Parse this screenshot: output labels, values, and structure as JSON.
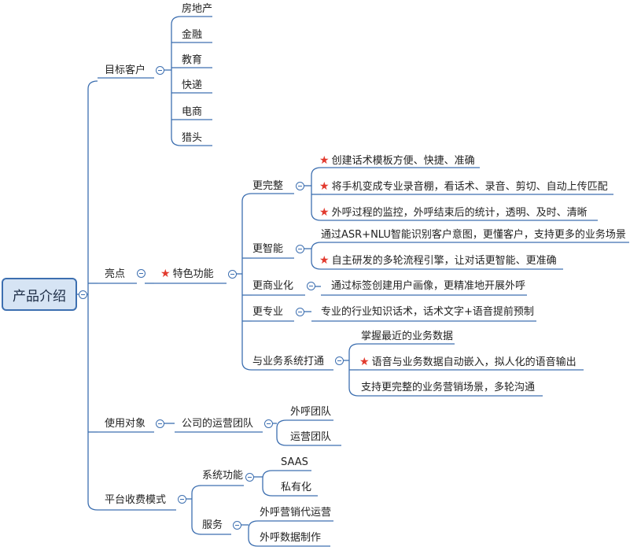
{
  "root": "产品介绍",
  "branches": {
    "target": {
      "label": "目标客户",
      "items": [
        "房地产",
        "金融",
        "教育",
        "快递",
        "电商",
        "猎头"
      ]
    },
    "highlights": {
      "label": "亮点",
      "feature": "特色功能",
      "groups": [
        {
          "label": "更完整",
          "items": [
            "创建话术模板方便、快捷、准确",
            "将手机变成专业录音棚，看话术、录音、剪切、自动上传匹配",
            "外呼过程的监控，外呼结束后的统计，透明、及时、清晰"
          ]
        },
        {
          "label": "更智能",
          "items": [
            "通过ASR+NLU智能识别客户意图，更懂客户，支持更多的业务场景",
            "自主研发的多轮流程引擎，让对话更智能、更准确"
          ]
        },
        {
          "label": "更商业化",
          "items": [
            "通过标签创建用户画像，更精准地开展外呼"
          ]
        },
        {
          "label": "更专业",
          "items": [
            "专业的行业知识话术，话术文字+语音提前预制"
          ]
        },
        {
          "label": "与业务系统打通",
          "items": [
            "掌握最近的业务数据",
            "语音与业务数据自动嵌入，拟人化的语音输出",
            "支持更完整的业务营销场景，多轮沟通"
          ]
        }
      ]
    },
    "users": {
      "label": "使用对象",
      "team": "公司的运营团队",
      "items": [
        "外呼团队",
        "运营团队"
      ]
    },
    "billing": {
      "label": "平台收费模式",
      "system": {
        "label": "系统功能",
        "items": [
          "SAAS",
          "私有化"
        ]
      },
      "service": {
        "label": "服务",
        "items": [
          "外呼营销代运营",
          "外呼数据制作"
        ]
      }
    }
  },
  "colors": {
    "line": "#3d6fb0",
    "root_fill": "#d6e4f4",
    "star": "#e23a2e"
  },
  "icons": {
    "collapse": "minus-circle-icon",
    "star": "star-icon"
  }
}
